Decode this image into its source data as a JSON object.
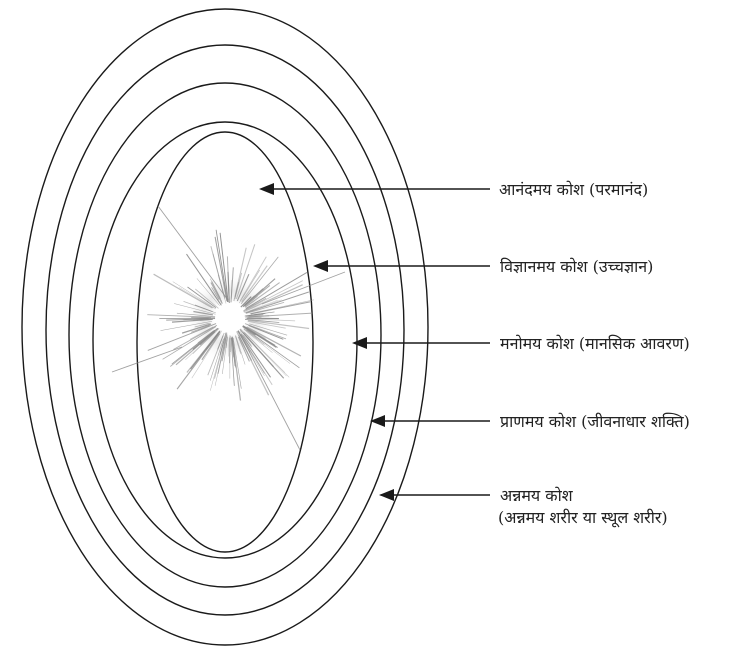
{
  "colors": {
    "line": "#1a1a1a",
    "background": "#ffffff",
    "burst": "#8a8a8a"
  },
  "icons": {
    "center": "starburst-icon",
    "pointer": "arrow-left-icon"
  },
  "koshas": [
    {
      "name": "आनंदमय कोश (परमानंद)"
    },
    {
      "name": "विज्ञानमय कोश (उच्चज्ञान)"
    },
    {
      "name": "मनोमय कोश (मानसिक आवरण)"
    },
    {
      "name": "प्राणमय कोश (जीवनाधार शक्ति)"
    },
    {
      "name": "अन्नमय कोश",
      "subtitle": "(अन्नमय शरीर या स्थूल शरीर)"
    }
  ]
}
